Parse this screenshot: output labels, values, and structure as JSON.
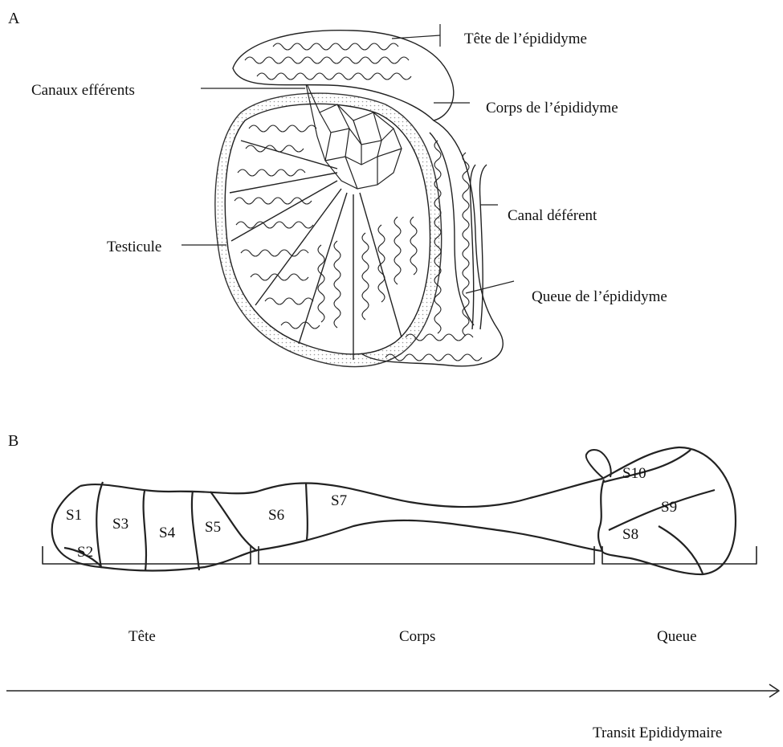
{
  "panel_a": {
    "letter": "A",
    "labels": {
      "tete": "Tête de l’épididyme",
      "canaux": "Canaux efférents",
      "corps": "Corps de l’épididyme",
      "canal_deferent": "Canal déférent",
      "testicule": "Testicule",
      "queue": "Queue de l’épididyme"
    }
  },
  "panel_b": {
    "letter": "B",
    "segments": [
      "S1",
      "S2",
      "S3",
      "S4",
      "S5",
      "S6",
      "S7",
      "S8",
      "S9",
      "S10"
    ],
    "regions": {
      "tete": "Tête",
      "corps": "Corps",
      "queue": "Queue"
    },
    "arrow_label": "Transit Epididymaire"
  },
  "colors": {
    "line": "#222222",
    "stipple": "#bdbdbd",
    "background": "#ffffff"
  }
}
